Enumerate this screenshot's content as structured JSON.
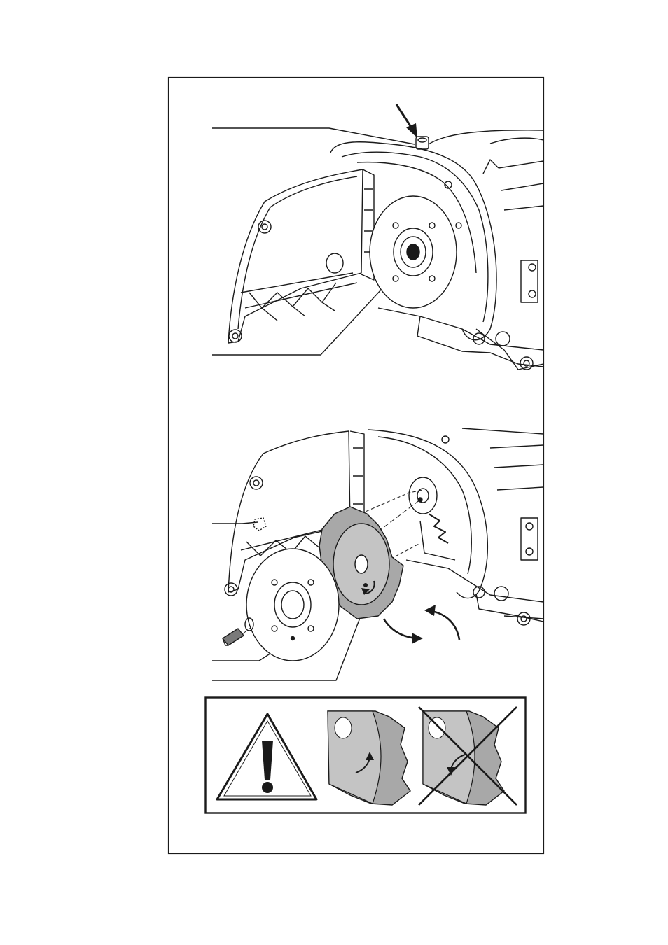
{
  "document": {
    "type": "instruction-illustration-page",
    "panels": [
      {
        "id": "open-guard",
        "description_icon": "circular-saw-open-guard-with-spindle-lock-arrow"
      },
      {
        "id": "blade-mount",
        "description_icon": "exploded-blade-flange-bolt-assembly"
      },
      {
        "id": "warning",
        "description_icon": "warning-triangle-correct-vs-incorrect-blade-rotation"
      }
    ],
    "colors": {
      "line": "#1a1a1a",
      "blade_fill": "#a8a8a8",
      "blade_dark": "#7a7a7a",
      "background": "#ffffff"
    },
    "icons": [
      "arrow-down-icon",
      "warning-triangle-icon",
      "rotation-arrow-icon",
      "cross-out-icon"
    ]
  }
}
